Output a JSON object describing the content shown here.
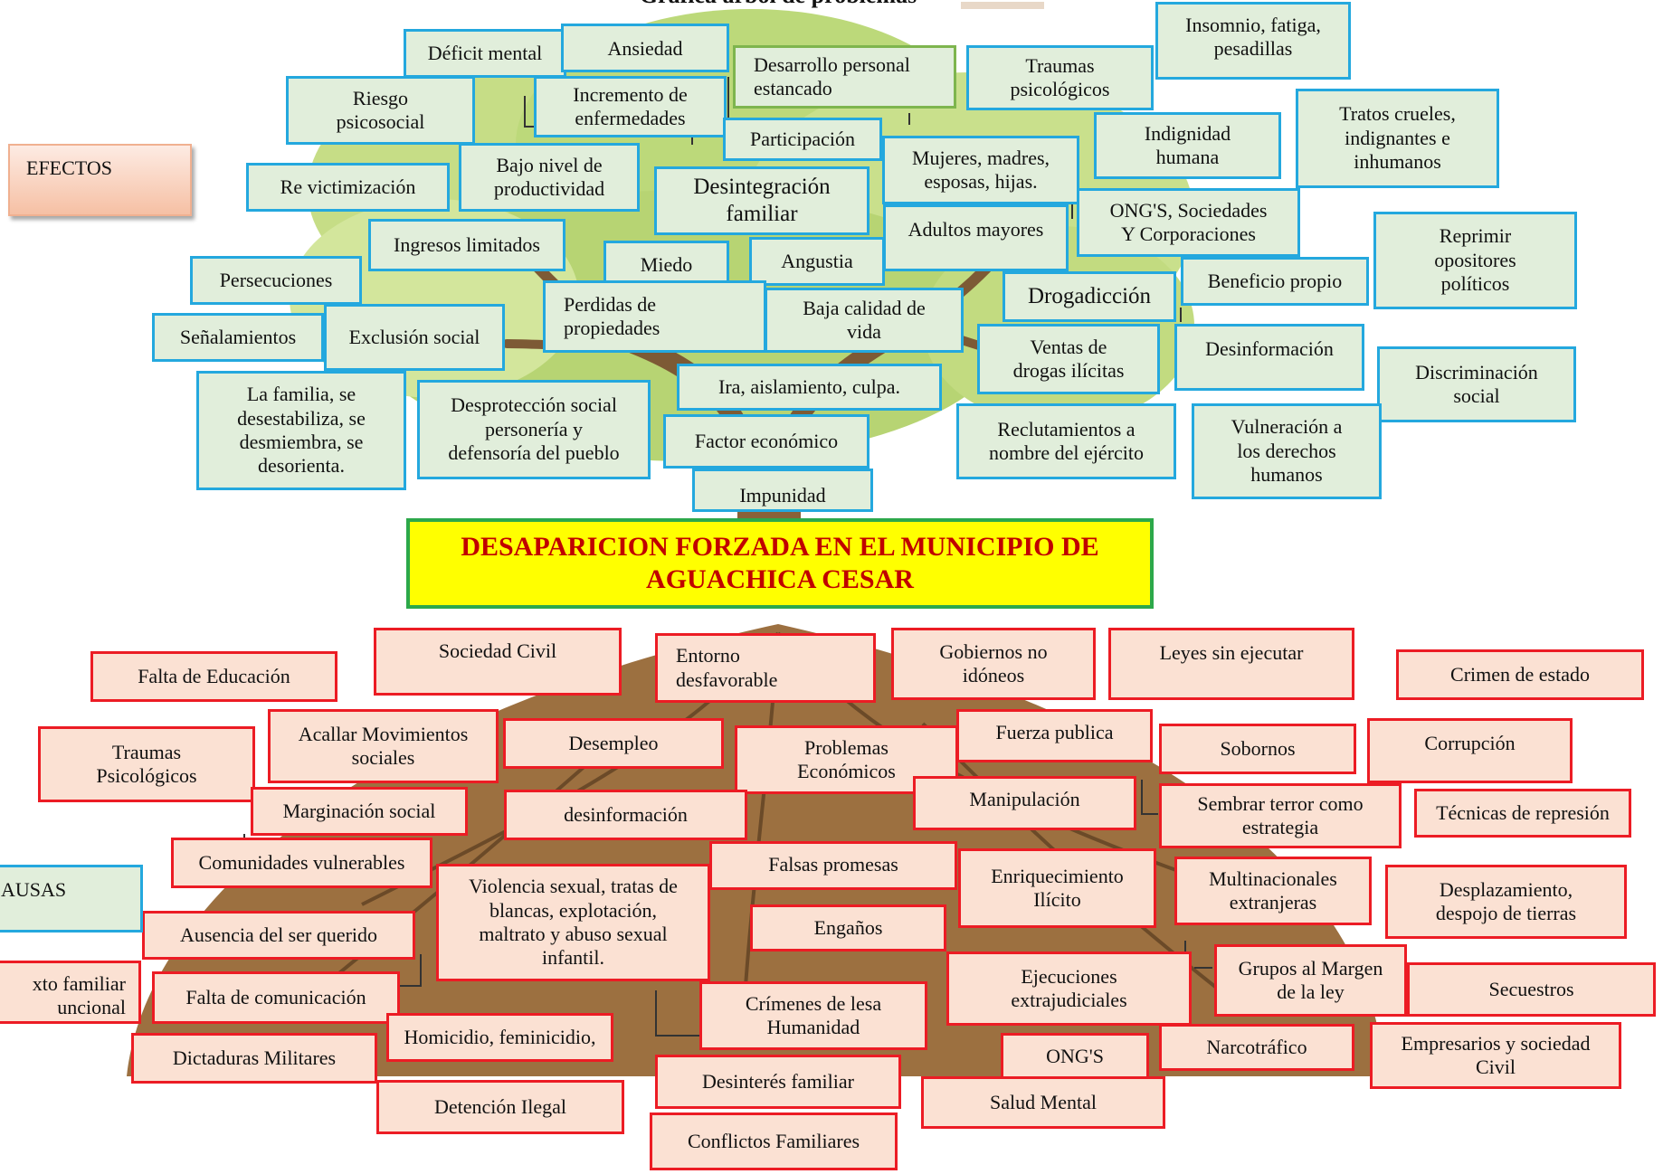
{
  "title": "Grafica arbol de problemas",
  "central_problem": "DESAPARICION FORZADA EN EL MUNICIPIO DE\nAGUACHICA CESAR",
  "side_labels": {
    "effects": "EFECTOS",
    "causes": "AUSAS"
  },
  "colors": {
    "effect_fill": "#e1eedb",
    "effect_border": "#24a8de",
    "cause_fill": "#fbe1d3",
    "cause_border": "#ec1c24",
    "problem_fill": "#ffff00",
    "problem_border": "#2ca84a",
    "problem_text": "#c00000",
    "canopy": "#bcd97a",
    "trunk": "#8a6238",
    "roots_mound": "#9c7040"
  },
  "effects": [
    "Déficit mental",
    "Ansiedad",
    "Desarrollo personal\nestancado",
    "Traumas\npsicológicos",
    "Insomnio, fatiga,\npesadillas",
    "Riesgo\npsicosocial",
    "Incremento de\nenfermedades",
    "Tratos crueles,\nindignantes e\ninhumanos",
    "Indignidad\nhumana",
    "Participación",
    "Mujeres, madres,\nesposas, hijas.",
    "Bajo nivel de\nproductividad",
    "Re victimización",
    "Desintegración\nfamiliar",
    "ONG'S, Sociedades\nY Corporaciones",
    "Adultos mayores",
    "Reprimir\nopositores\npolíticos",
    "Ingresos limitados",
    "Miedo",
    "Angustia",
    "Persecuciones",
    "Drogadicción",
    "Beneficio propio",
    "Perdidas de\npropiedades",
    "Baja calidad de\nvida",
    "Exclusión social",
    "Señalamientos",
    "Ventas de\ndrogas ilícitas",
    "Desinformación",
    "Discriminación\nsocial",
    "La familia, se\ndesestabiliza, se\ndesmiembra, se\ndesorienta.",
    "Desprotección social\npersonería y\ndefensoría del pueblo",
    "Ira, aislamiento, culpa.",
    "Factor económico",
    "Reclutamientos a\nnombre del ejército",
    "Vulneración a\nlos derechos\nhumanos",
    "Impunidad"
  ],
  "causes": [
    "Sociedad Civil",
    "Entorno\ndesfavorable",
    "Gobiernos no\nidóneos",
    "Leyes sin ejecutar",
    "Falta de Educación",
    "Crimen de estado",
    "Acallar Movimientos\nsociales",
    "Fuerza publica",
    "Traumas\nPsicológicos",
    "Desempleo",
    "Problemas\nEconómicos",
    "Sobornos",
    "Corrupción",
    "Manipulación",
    "Marginación social",
    "desinformación",
    "Sembrar terror como\nestrategia",
    "Técnicas de represión",
    "Comunidades vulnerables",
    "Falsas promesas",
    "Violencia sexual, tratas de\nblancas, explotación,\nmaltrato y abuso sexual\ninfantil.",
    "Enriquecimiento\nIlícito",
    "Multinacionales\nextranjeras",
    "Desplazamiento,\ndespojo de tierras",
    "Ausencia del ser querido",
    "Engaños",
    "Grupos al Margen\nde la ley",
    "Ejecuciones\nextrajudiciales",
    "Secuestros",
    "Falta de comunicación",
    "Crímenes de lesa\nHumanidad",
    "Homicidio, feminicidio,",
    "Narcotráfico",
    "Empresarios y sociedad\nCivil",
    "ONG'S",
    "Dictaduras Militares",
    "Desinterés familiar",
    "Detención Ilegal",
    "Salud Mental",
    "Conflictos Familiares",
    "xto familiar\nuncional"
  ]
}
